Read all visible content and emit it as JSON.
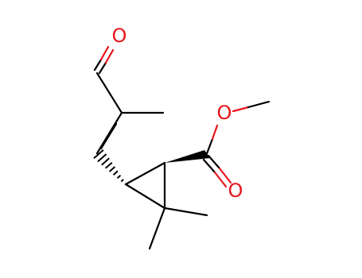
{
  "molecule": {
    "atoms": {
      "aldehyde_oxygen": {
        "symbol": "O",
        "color": "#e8141c"
      },
      "ester_ether_oxygen": {
        "symbol": "O",
        "color": "#e8141c"
      },
      "ester_carbonyl_oxygen": {
        "symbol": "O",
        "color": "#e8141c"
      }
    },
    "bond_color": "#000000",
    "background": "#ffffff"
  }
}
